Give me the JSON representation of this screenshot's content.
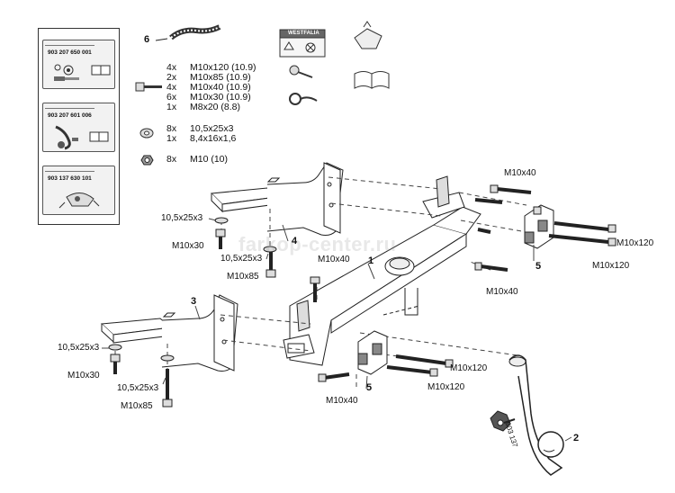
{
  "kits": [
    {
      "code": "903 207 650 001"
    },
    {
      "code": "903 207 601 006"
    },
    {
      "code": "903 137 630 101"
    }
  ],
  "warning_label": "WESTFALIA",
  "hardware_list": {
    "bolts": [
      {
        "qty": "4x",
        "spec": "M10x120 (10.9)"
      },
      {
        "qty": "2x",
        "spec": "M10x85 (10.9)"
      },
      {
        "qty": "4x",
        "spec": "M10x40 (10.9)"
      },
      {
        "qty": "6x",
        "spec": "M10x30 (10.9)"
      },
      {
        "qty": "1x",
        "spec": "M8x20 (8.8)"
      }
    ],
    "washers": [
      {
        "qty": "8x",
        "spec": "10,5x25x3"
      },
      {
        "qty": "1x",
        "spec": "8,4x16x1,6"
      }
    ],
    "nuts": [
      {
        "qty": "8x",
        "spec": "M10 (10)"
      }
    ]
  },
  "callouts": {
    "n1": "1",
    "n2": "2",
    "n3": "3",
    "n4": "4",
    "n5a": "5",
    "n5b": "5",
    "n6": "6"
  },
  "labels": {
    "m10x40_top": "M10x40",
    "m10x120_r1": "M10x120",
    "m10x120_r2": "M10x120",
    "m10x40_right": "M10x40",
    "w_upper_left": "10,5x25x3",
    "m10x30_upper": "M10x30",
    "w_upper_mid": "10,5x25x3",
    "m10x85_upper": "M10x85",
    "m10x40_mid": "M10x40",
    "w_lower_left": "10,5x25x3",
    "m10x30_lower": "M10x30",
    "w_lower_mid": "10,5x25x3",
    "m10x85_lower": "M10x85",
    "m10x120_c1": "M10x120",
    "m10x120_c2": "M10x120",
    "m10x40_bottom": "M10x40",
    "ball_code": "903 137"
  },
  "watermark": "farkop-center.ru"
}
